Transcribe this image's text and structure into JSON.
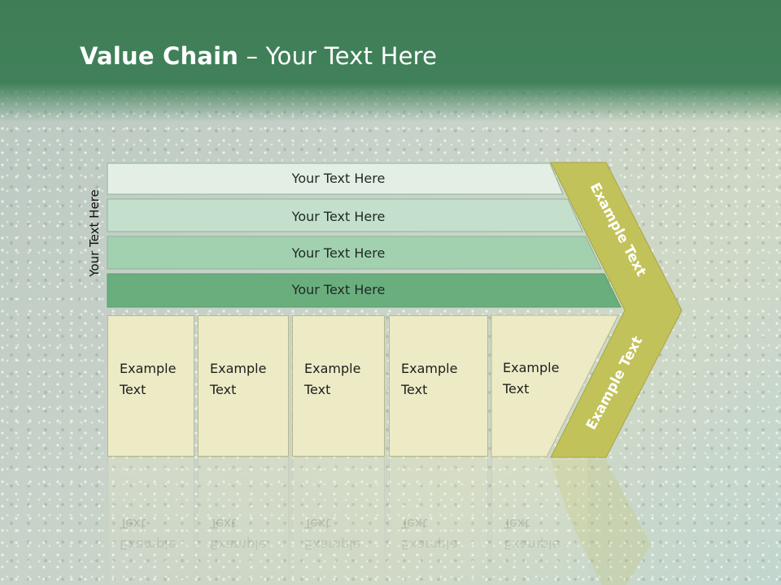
{
  "title": {
    "bold": "Value Chain",
    "rest": " – Your Text Here"
  },
  "vertical_label": "Your Text Here",
  "bars": [
    {
      "label": "Your Text Here",
      "color": "#e3efe5"
    },
    {
      "label": "Your Text Here",
      "color": "#c4e0cc"
    },
    {
      "label": "Your Text Here",
      "color": "#a2d1b0"
    },
    {
      "label": "Your Text Here",
      "color": "#6aae7e"
    }
  ],
  "boxes": [
    {
      "label": "Example\nText"
    },
    {
      "label": "Example\nText"
    },
    {
      "label": "Example\nText"
    },
    {
      "label": "Example\nText"
    },
    {
      "label": "Example\nText"
    }
  ],
  "chevron": {
    "top_label": "Example Text",
    "bottom_label": "Example Text",
    "color": "#c2c25a"
  },
  "colors": {
    "header": "#41815a",
    "box_fill": "#ecebc6"
  }
}
